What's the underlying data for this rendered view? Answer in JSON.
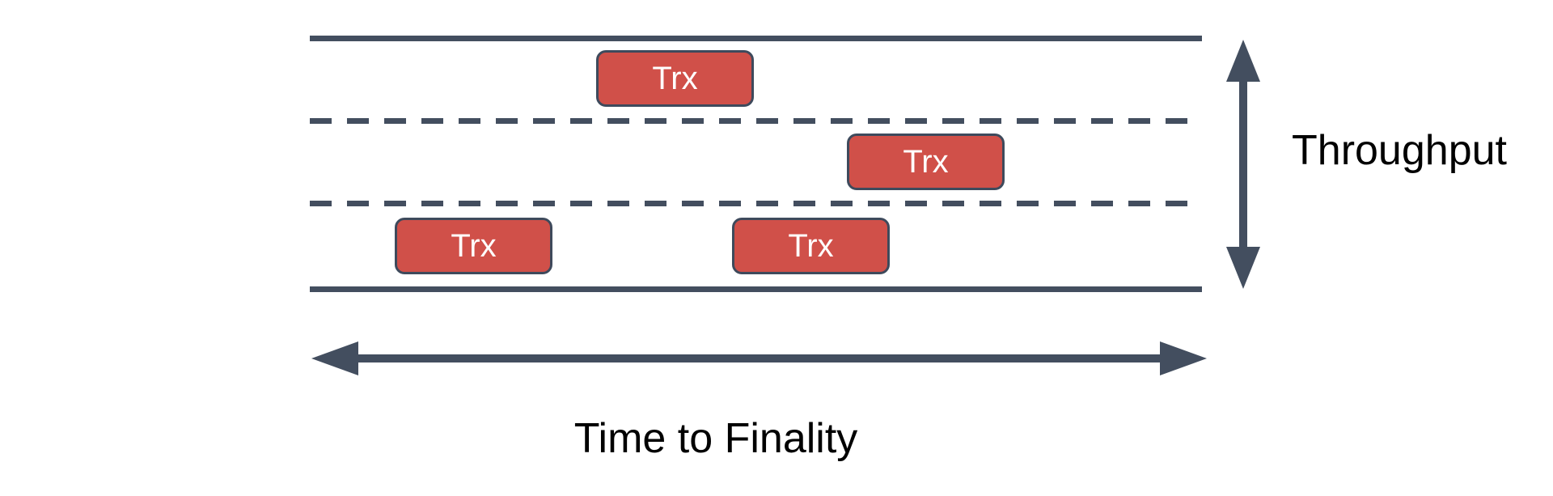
{
  "diagram": {
    "lanes": {
      "count": 3,
      "boundary_style": "solid",
      "divider_style": "dashed"
    },
    "transactions": [
      {
        "label": "Trx",
        "lane": "top"
      },
      {
        "label": "Trx",
        "lane": "middle"
      },
      {
        "label": "Trx",
        "lane": "bottom"
      },
      {
        "label": "Trx",
        "lane": "bottom"
      }
    ],
    "vertical_axis": {
      "label": "Throughput"
    },
    "horizontal_axis": {
      "label": "Time to Finality"
    },
    "colors": {
      "stroke": "#434e5f",
      "trx_fill": "#d05049",
      "trx_border": "#3e4a5c",
      "trx_text": "#ffffff",
      "axis_label_text": "#000000"
    }
  }
}
